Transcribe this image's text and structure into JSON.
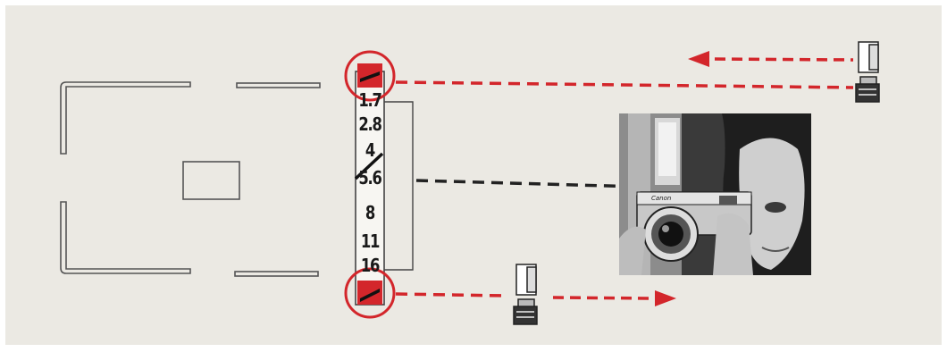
{
  "colors": {
    "background": "#ebe9e3",
    "accent_red": "#d3262b",
    "outline": "#555555",
    "dashed_dark": "#222222"
  },
  "scale": {
    "apertures": [
      "1.7",
      "2.8",
      "4",
      "5.6",
      "8",
      "11",
      "16"
    ]
  },
  "photo": {
    "camera_brand": "Canon"
  },
  "icons": {
    "flash_top": "flash-unit-icon",
    "flash_bottom": "flash-unit-icon",
    "arrow_top": "arrow-left-icon",
    "arrow_bottom": "arrow-right-icon"
  }
}
